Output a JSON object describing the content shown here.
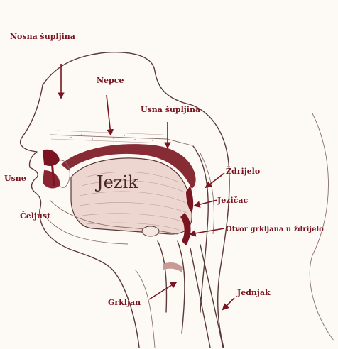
{
  "labels": {
    "nosna": "Nosna šupljina",
    "nepce": "Nepce",
    "usna_supljina": "Usna šupljina",
    "usne": "Usne",
    "jezik": "Jezik",
    "zdrijelo": "Ždrijelo",
    "jezicac": "Jezičac",
    "celjust": "Čeljust",
    "otvor": "Otvor grkljana u ždrijelo",
    "grkljan": "Grkljan",
    "jednjak": "Jednjak"
  },
  "colors": {
    "accent": "#7a1420",
    "outline": "#5a3a38",
    "tissue": "#e9d2cc"
  }
}
